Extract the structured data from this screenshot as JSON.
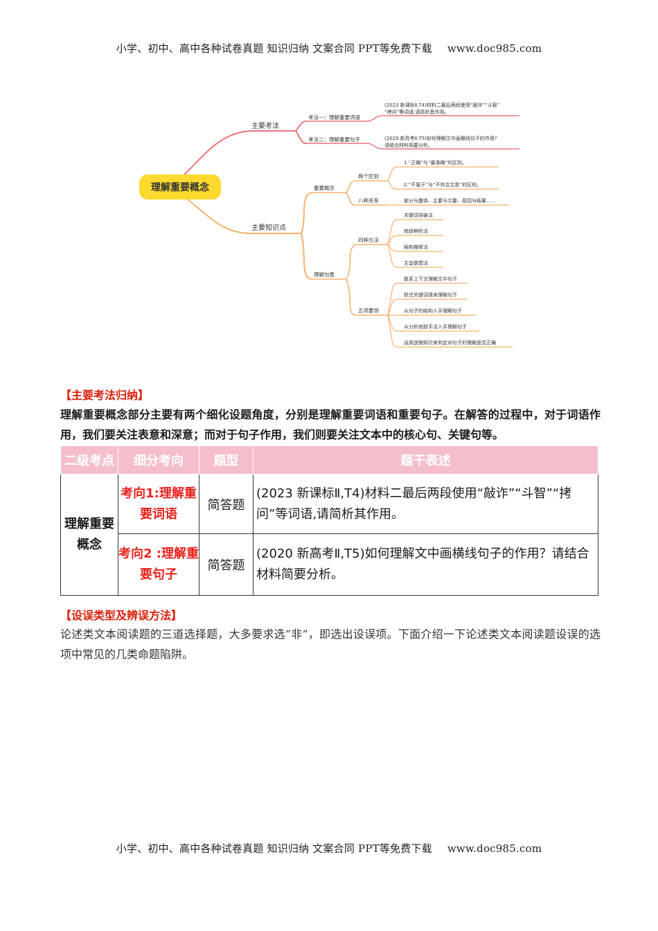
{
  "header": {
    "text": "小学、初中、高中各种试卷真题  知识归纳  文案合同  PPT等免费下载",
    "url": "www.doc985.com"
  },
  "footer": {
    "text": "小学、初中、高中各种试卷真题  知识归纳  文案合同  PPT等免费下载",
    "url": "www.doc985.com"
  },
  "colors": {
    "accent_red": "#d81e06",
    "branch_red": "#e9727a",
    "branch_orange": "#f7b06b",
    "root_yellow": "#ffd92e",
    "table_header_pink": "#f4bfcb"
  },
  "mindmap": {
    "root": "理解重要概念",
    "b1": {
      "label": "主要考法",
      "items": [
        {
          "label": "考法一：理解重要词语",
          "detail": [
            "(2023 新课标Ⅱ,T4)材料二最后两段使用“敲诈”“斗智”",
            "“拷问”等词语,请简析其作用。"
          ]
        },
        {
          "label": "考法二：理解重要句子",
          "detail": [
            "(2020 新高考Ⅱ,T5)如何理解文中画横线句子的作用?",
            "请结合材料简要分析。"
          ]
        }
      ]
    },
    "b2": {
      "label": "主要知识点",
      "concept": {
        "label": "重要概念",
        "diff": {
          "label": "两个区别",
          "items": [
            "1.“正确”与“最准确”的区别。",
            "2.“不属于”与“不符合文意”的区别。"
          ]
        },
        "rel": {
          "label": "八种关系",
          "text": "部分与整体、主要与次要、原因与结果……"
        }
      },
      "sentence": {
        "label": "理解句意",
        "methods": {
          "label": "四种方法",
          "items": [
            "关键词突破法",
            "修辞辨析法",
            "结构推断法",
            "主旨联想法"
          ]
        },
        "points": {
          "label": "五项要领",
          "items": [
            "联系上下文理解文中句子",
            "抓住关键词语来理解句子",
            "从句子的结构入手理解句子",
            "从分析修辞手法入手理解句子",
            "运用逻辑知识来判定对句子的理解是否正确"
          ]
        }
      }
    }
  },
  "section1": {
    "title": "【主要考法归纳】",
    "paragraph": "理解重要概念部分主要有两个细化设题角度，分别是理解重要词语和重要句子。在解答的过程中，对于词语作用，我们要关注表意和深意；而对于句子作用，我们则要关注文本中的核心句、关键句等。"
  },
  "table": {
    "headers": [
      "二级考点",
      "细分考向",
      "题型",
      "题干表述"
    ],
    "point": "理解重要概念",
    "rows": [
      {
        "direction": "考向1:理解重要词语",
        "type": "简答题",
        "stem": "(2023 新课标Ⅱ,T4)材料二最后两段使用“敲诈”“斗智”“拷问”等词语,请简析其作用。"
      },
      {
        "direction": "考向2 :理解重要句子",
        "type": "简答题",
        "stem": "(2020 新高考Ⅱ,T5)如何理解文中画横线句子的作用？请结合材料简要分析。"
      }
    ]
  },
  "section2": {
    "title": "【设误类型及辨误方法】",
    "paragraph": "论述类文本阅读题的三道选择题，大多要求选“非”，即选出设误项。下面介绍一下论述类文本阅读题设误的选项中常见的几类命题陷阱。"
  }
}
